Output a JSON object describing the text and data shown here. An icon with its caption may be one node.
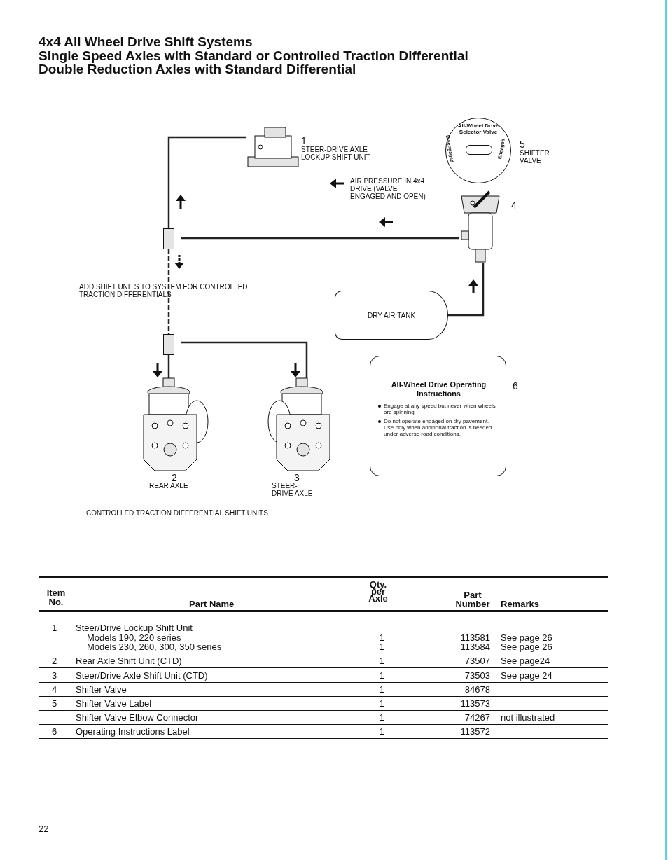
{
  "diagram": {
    "title": "4x4 All Wheel Drive Shift Systems",
    "nodes": [
      {
        "text": [],
        "shape": "picture",
        "beside": [
          "1",
          "STEER-DRIVE AXLE LOCKUP SHIFT UNIT"
        ]
      },
      {
        "text": [
          "All-Wheel Drive Selector Valve",
          "Disengaged",
          "Engaged"
        ],
        "beside": [
          "5",
          "SHIFTER VALVE"
        ]
      },
      {
        "text": [],
        "shape": "box"
      },
      {
        "text": [],
        "shape": "picture",
        "beside": [
          "4"
        ]
      },
      {
        "text": [
          "DRY AIR TANK"
        ]
      },
      {
        "text": [],
        "shape": "box"
      },
      {
        "text": [],
        "shape": "picture",
        "beside": [
          "2",
          "REAR AXLE"
        ]
      },
      {
        "text": [],
        "shape": "picture",
        "beside": [
          "3",
          "STEER-DRIVE AXLE"
        ]
      },
      {
        "text": [
          "All-Wheel Drive Operating Instructions",
          "Engage at any speed but never when wheels are spinning.",
          "Do not operate engaged on dry pavement. Use only when additional traction is needed under adverse road conditions."
        ],
        "beside": [
          "6"
        ]
      }
    ],
    "edges": [
      {
        "from": 3,
        "to": 2,
        "arrow": "none"
      },
      {
        "from": 2,
        "to": 0,
        "arrow": "none"
      },
      {
        "from": 2,
        "to": 5,
        "arrow": "none",
        "style": "dashed"
      },
      {
        "from": 5,
        "to": 6,
        "arrow": "none"
      },
      {
        "from": 5,
        "to": 7,
        "arrow": "none"
      },
      {
        "from": 4,
        "to": 3,
        "arrow": "none"
      }
    ],
    "labels": [
      "Single Speed Axles with Standard or Controlled Traction Differential",
      "Double Reduction Axles with Standard Differential",
      "AIR PRESSURE IN 4x4 DRIVE (VALVE ENGAGED AND OPEN)",
      "ADD SHIFT UNITS TO SYSTEM FOR CONTROLLED TRACTION DIFFERENTIALS",
      "CONTROLLED TRACTION DIFFERENTIAL SHIFT UNITS",
      "Item No.",
      "Part Name",
      "Qty. per Axle",
      "Part Number",
      "Remarks",
      "1",
      "Steer/Drive Lockup Shift Unit",
      "Models 190, 220 series",
      "1",
      "113581",
      "See page 26",
      "Models 230, 260, 300, 350 series",
      "1",
      "113584",
      "See page 26",
      "2",
      "Rear Axle Shift Unit (CTD)",
      "1",
      "73507",
      "See page24",
      "3",
      "Steer/Drive Axle Shift Unit (CTD)",
      "1",
      "73503",
      "See page 24",
      "4",
      "Shifter Valve",
      "1",
      "84678",
      "5",
      "Shifter Valve Label",
      "1",
      "113573",
      "Shifter Valve Elbow Connector",
      "1",
      "74267",
      "not illustrated",
      "6",
      "Operating Instructions Label",
      "1",
      "113572",
      "22"
    ]
  }
}
